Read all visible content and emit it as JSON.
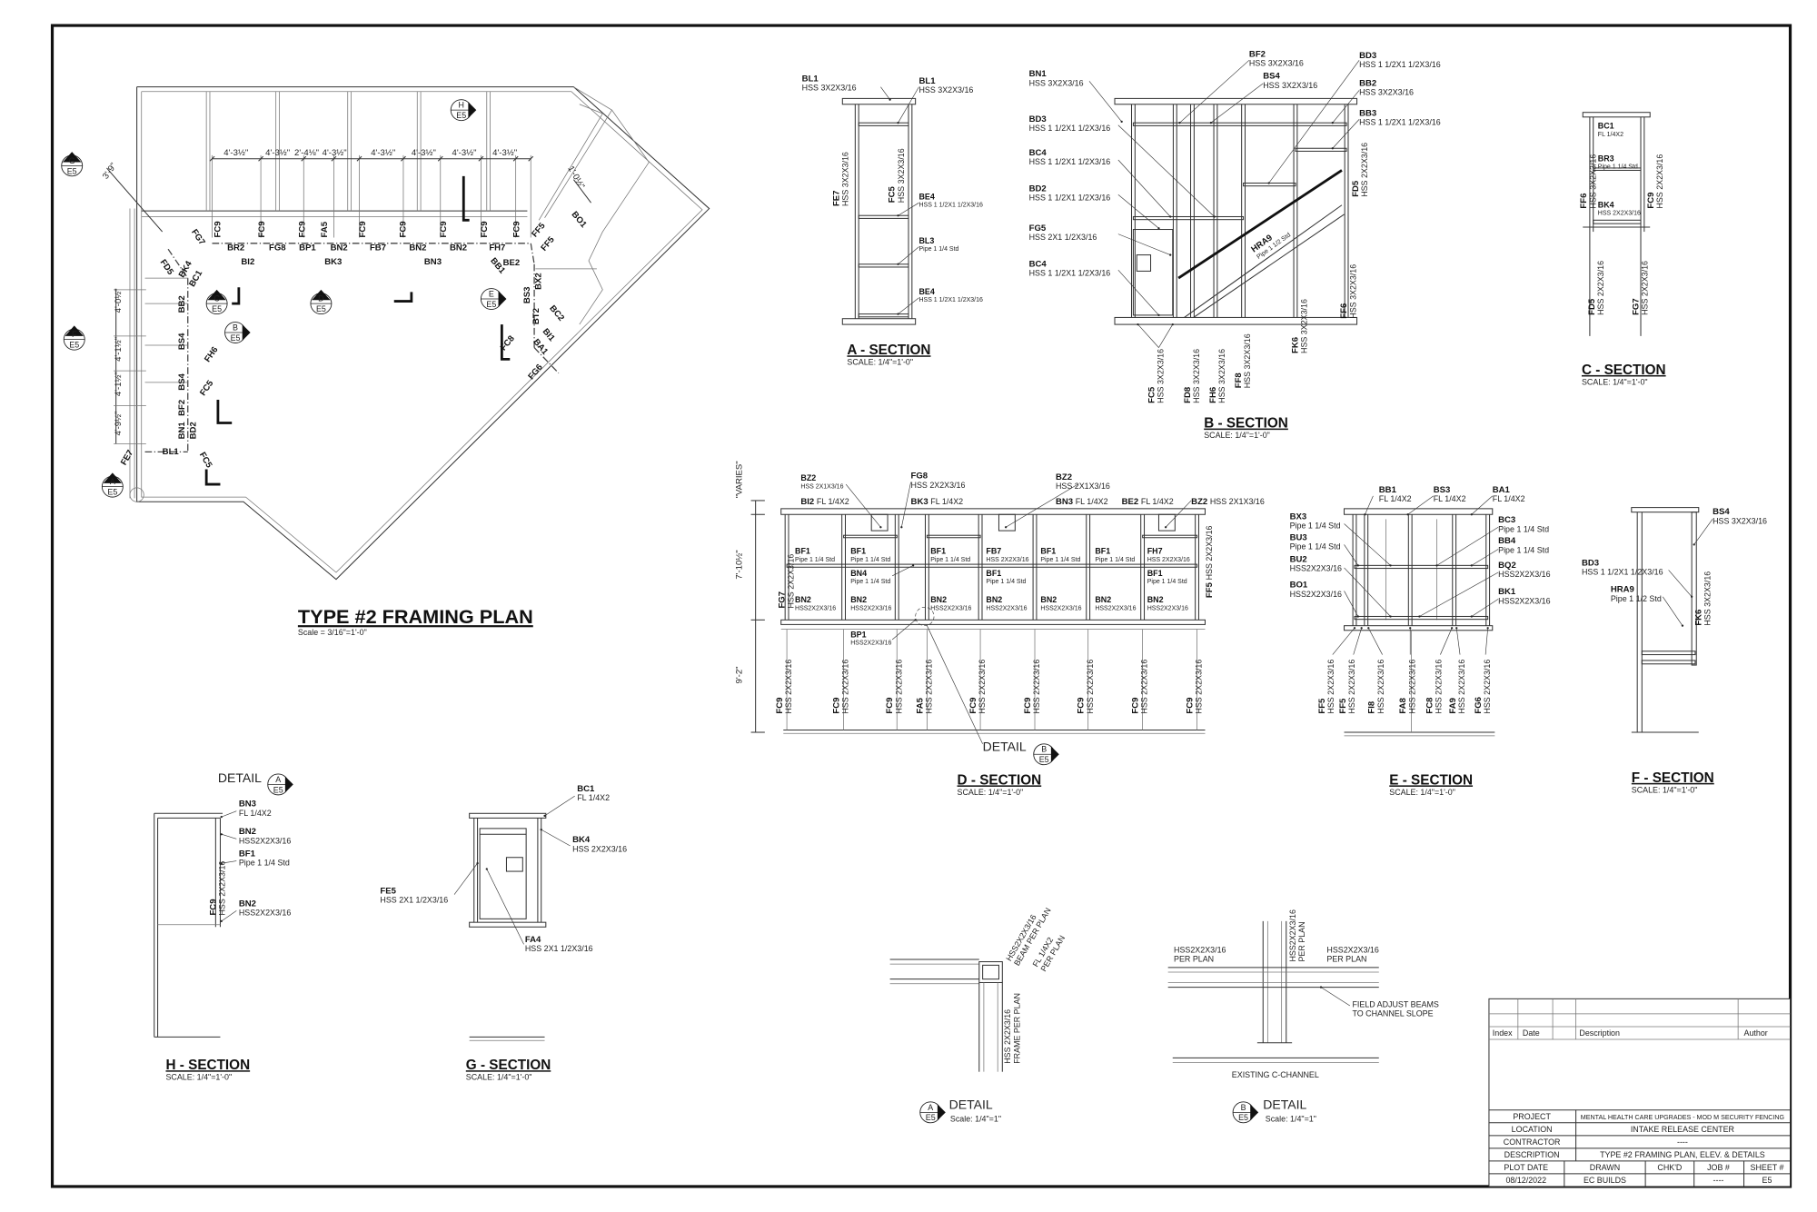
{
  "plan": {
    "title": "TYPE #2 FRAMING PLAN",
    "scale": "Scale = 3/16\"=1'-0\"",
    "dims_top": [
      "4'-3½\"",
      "4'-3½\"",
      "2'-4⅛\"",
      "4'-3½\"",
      "4'-3½\"",
      "4'-3½\"",
      "4'-3½\"",
      "4'-3½\""
    ],
    "dim_diag_left": "3'-9\"",
    "dim_diag_right": "1'-0½\"",
    "dims_left": [
      "4'-0½\"",
      "4'-1½\"",
      "4'-1½\"",
      "4'-9½\""
    ],
    "members": [
      "FC9",
      "FC9",
      "FC9",
      "FA5",
      "FC9",
      "FC9",
      "FC9",
      "FC9",
      "FC9",
      "BR2",
      "FG8",
      "BP1",
      "BN2",
      "FB7",
      "BN2",
      "BN2",
      "FH7",
      "BI2",
      "BK3",
      "BN3",
      "FG7",
      "FD5",
      "BK4",
      "BC1",
      "BB2",
      "BS4",
      "BS4",
      "BF2",
      "BN1",
      "BD2",
      "BL1",
      "FE7",
      "FC5",
      "FH6",
      "FC5",
      "FF5",
      "FF5",
      "BO1",
      "BE2",
      "BB1",
      "BX2",
      "BS3",
      "BT2",
      "BC2",
      "BI1",
      "BA1",
      "FC8",
      "FG6"
    ],
    "markers": [
      {
        "letter": "G",
        "sheet": "E5"
      },
      {
        "letter": "H",
        "sheet": "E5"
      },
      {
        "letter": "C",
        "sheet": "E5"
      },
      {
        "letter": "D",
        "sheet": "E5"
      },
      {
        "letter": "B",
        "sheet": "E5"
      },
      {
        "letter": "E",
        "sheet": "E5"
      },
      {
        "letter": "F",
        "sheet": "E5"
      },
      {
        "letter": "A",
        "sheet": "E5"
      }
    ]
  },
  "sections": {
    "a": {
      "title": "A - SECTION",
      "scale": "SCALE: 1/4\"=1'-0\"",
      "callouts": [
        {
          "mark": "BL1",
          "spec": "HSS 3X2X3/16"
        },
        {
          "mark": "BL1",
          "spec": "HSS 3X2X3/16"
        },
        {
          "mark": "FE7",
          "spec": "HSS 3X2X3/16"
        },
        {
          "mark": "FC5",
          "spec": "HSS 3X2X3/16"
        },
        {
          "mark": "BE4",
          "spec": "HSS 1 1/2X1 1/2X3/16"
        },
        {
          "mark": "BL3",
          "spec": "Pipe 1 1/4 Std"
        },
        {
          "mark": "BE4",
          "spec": "HSS 1 1/2X1 1/2X3/16"
        }
      ]
    },
    "b": {
      "title": "B - SECTION",
      "scale": "SCALE: 1/4\"=1'-0\"",
      "callouts": [
        {
          "mark": "BN1",
          "spec": "HSS 3X2X3/16"
        },
        {
          "mark": "BD3",
          "spec": "HSS 1 1/2X1 1/2X3/16"
        },
        {
          "mark": "BC4",
          "spec": "HSS 1 1/2X1 1/2X3/16"
        },
        {
          "mark": "BD2",
          "spec": "HSS 1 1/2X1 1/2X3/16"
        },
        {
          "mark": "FG5",
          "spec": "HSS 2X1 1/2X3/16"
        },
        {
          "mark": "BC4",
          "spec": "HSS 1 1/2X1 1/2X3/16"
        },
        {
          "mark": "BF2",
          "spec": "HSS 3X2X3/16"
        },
        {
          "mark": "BS4",
          "spec": "HSS 3X2X3/16"
        },
        {
          "mark": "BD3",
          "spec": "HSS 1 1/2X1 1/2X3/16"
        },
        {
          "mark": "BB2",
          "spec": "HSS 3X2X3/16"
        },
        {
          "mark": "BB3",
          "spec": "HSS 1 1/2X1 1/2X3/16"
        },
        {
          "mark": "FD5",
          "spec": "HSS 2X2X3/16"
        },
        {
          "mark": "HRA9",
          "spec": "Pipe 1 1/2 Std"
        },
        {
          "mark": "FC5",
          "spec": "HSS 3X2X3/16"
        },
        {
          "mark": "FD8",
          "spec": "HSS 3X2X3/16"
        },
        {
          "mark": "FH6",
          "spec": "HSS 3X2X3/16"
        },
        {
          "mark": "FF8",
          "spec": "HSS 3X2X3/16"
        },
        {
          "mark": "FK6",
          "spec": "HSS 3X2X3/16"
        },
        {
          "mark": "FF6",
          "spec": "HSS 3X2X3/16"
        }
      ]
    },
    "c": {
      "title": "C - SECTION",
      "scale": "SCALE: 1/4\"=1'-0\"",
      "callouts": [
        {
          "mark": "BC1",
          "spec": "FL 1/4X2"
        },
        {
          "mark": "BR3",
          "spec": "Pipe 1 1/4 Std"
        },
        {
          "mark": "BK4",
          "spec": "HSS 2X2X3/16"
        },
        {
          "mark": "FF6",
          "spec": "HSS 3X2X3/16"
        },
        {
          "mark": "FC9",
          "spec": "HSS 2X2X3/16"
        },
        {
          "mark": "FD5",
          "spec": "HSS 2X2X3/16"
        },
        {
          "mark": "FG7",
          "spec": "HSS 2X2X3/16"
        }
      ]
    },
    "d": {
      "title": "D - SECTION",
      "scale": "SCALE: 1/4\"=1'-0\"",
      "top": [
        {
          "mark": "BZ2",
          "spec": "HSS 2X1X3/16"
        },
        {
          "mark": "FG8",
          "spec": "HSS 2X2X3/16"
        },
        {
          "mark": "BZ2",
          "spec": "HSS 2X1X3/16"
        }
      ],
      "beams": [
        {
          "mark": "BI2",
          "spec": "FL 1/4X2"
        },
        {
          "mark": "BK3",
          "spec": "FL 1/4X2"
        },
        {
          "mark": "BN3",
          "spec": "FL 1/4X2"
        },
        {
          "mark": "BE2",
          "spec": "FL 1/4X2"
        },
        {
          "mark": "BZ2",
          "spec": "HSS 2X1X3/16"
        }
      ],
      "ends": [
        {
          "mark": "FG7",
          "spec": "HSS 2X2X3/16"
        },
        {
          "mark": "FF5",
          "spec": "HSS 2X2X3/16"
        }
      ],
      "row1": [
        {
          "mark": "BF1",
          "spec": "Pipe 1 1/4 Std"
        },
        {
          "mark": "BF1",
          "spec": "Pipe 1 1/4 Std"
        },
        {
          "mark": "BF1",
          "spec": "Pipe 1 1/4 Std"
        },
        {
          "mark": "FB7",
          "spec": "HSS 2X2X3/16"
        },
        {
          "mark": "BF1",
          "spec": "Pipe 1 1/4 Std"
        },
        {
          "mark": "BF1",
          "spec": "Pipe 1 1/4 Std"
        },
        {
          "mark": "FH7",
          "spec": "HSS 2X2X3/16"
        }
      ],
      "row2": [
        {
          "mark": "BN4",
          "spec": "Pipe 1 1/4 Std"
        },
        {
          "mark": "BF1",
          "spec": "Pipe 1 1/4 Std"
        },
        {
          "mark": "BF1",
          "spec": "Pipe 1 1/4 Std"
        }
      ],
      "row3": [
        {
          "mark": "BN2",
          "spec": "HSS2X2X3/16"
        },
        {
          "mark": "BN2",
          "spec": "HSS2X2X3/16"
        },
        {
          "mark": "BN2",
          "spec": "HSS2X2X3/16"
        },
        {
          "mark": "BN2",
          "spec": "HSS2X2X3/16"
        },
        {
          "mark": "BN2",
          "spec": "HSS2X2X3/16"
        },
        {
          "mark": "BN2",
          "spec": "HSS2X2X3/16"
        },
        {
          "mark": "BN2",
          "spec": "HSS2X2X3/16"
        }
      ],
      "bp": {
        "mark": "BP1",
        "spec": "HSS2X2X3/16"
      },
      "posts": [
        {
          "mark": "FC9",
          "spec": "HSS 2X2X3/16"
        },
        {
          "mark": "FC9",
          "spec": "HSS 2X2X3/16"
        },
        {
          "mark": "FC9",
          "spec": "HSS 2X2X3/16"
        },
        {
          "mark": "FA5",
          "spec": "HSS 2X2X3/16"
        },
        {
          "mark": "FC9",
          "spec": "HSS 2X2X3/16"
        },
        {
          "mark": "FC9",
          "spec": "HSS 2X2X3/16"
        },
        {
          "mark": "FC9",
          "spec": "HSS 2X2X3/16"
        },
        {
          "mark": "FC9",
          "spec": "HSS 2X2X3/16"
        },
        {
          "mark": "FC9",
          "spec": "HSS 2X2X3/16"
        }
      ],
      "dims": [
        "\"VARIES\"",
        "7'-10½\"",
        "9'-2\""
      ],
      "detail_ref": {
        "label": "DETAIL",
        "letter": "B",
        "sheet": "E5"
      }
    },
    "e": {
      "title": "E - SECTION",
      "scale": "SCALE: 1/4\"=1'-0\"",
      "callouts": [
        {
          "mark": "BB1",
          "spec": "FL 1/4X2"
        },
        {
          "mark": "BS3",
          "spec": "FL 1/4X2"
        },
        {
          "mark": "BA1",
          "spec": "FL 1/4X2"
        },
        {
          "mark": "BX3",
          "spec": "Pipe 1 1/4 Std"
        },
        {
          "mark": "BU3",
          "spec": "Pipe 1 1/4 Std"
        },
        {
          "mark": "BU2",
          "spec": "HSS2X2X3/16"
        },
        {
          "mark": "BO1",
          "spec": "HSS2X2X3/16"
        },
        {
          "mark": "BC3",
          "spec": "Pipe 1 1/4 Std"
        },
        {
          "mark": "BB4",
          "spec": "Pipe 1 1/4 Std"
        },
        {
          "mark": "BQ2",
          "spec": "HSS2X2X3/16"
        },
        {
          "mark": "BK1",
          "spec": "HSS2X2X3/16"
        }
      ],
      "posts": [
        {
          "mark": "FF5",
          "spec": "HSS 2X2X3/16"
        },
        {
          "mark": "FF5",
          "spec": "HSS 2X2X3/16"
        },
        {
          "mark": "FI8",
          "spec": "HSS 2X2X3/16"
        },
        {
          "mark": "FA8",
          "spec": "HSS 2X2X3/16"
        },
        {
          "mark": "FC8",
          "spec": "HSS 2X2X3/16"
        },
        {
          "mark": "FA9",
          "spec": "HSS 2X2X3/16"
        },
        {
          "mark": "FG6",
          "spec": "HSS 2X2X3/16"
        }
      ]
    },
    "f": {
      "title": "F - SECTION",
      "scale": "SCALE: 1/4\"=1'-0\"",
      "callouts": [
        {
          "mark": "BS4",
          "spec": "HSS 3X2X3/16"
        },
        {
          "mark": "BD3",
          "spec": "HSS 1 1/2X1 1/2X3/16"
        },
        {
          "mark": "HRA9",
          "spec": "Pipe 1 1/2 Std"
        },
        {
          "mark": "FK6",
          "spec": "HSS 3X2X3/16"
        }
      ]
    },
    "h": {
      "title": "H - SECTION",
      "scale": "SCALE: 1/4\"=1'-0\"",
      "detail_ref": {
        "label": "DETAIL",
        "letter": "A",
        "sheet": "E5"
      },
      "callouts": [
        {
          "mark": "BN3",
          "spec": "FL 1/4X2"
        },
        {
          "mark": "BN2",
          "spec": "HSS2X2X3/16"
        },
        {
          "mark": "BF1",
          "spec": "Pipe 1 1/4 Std"
        },
        {
          "mark": "BN2",
          "spec": "HSS2X2X3/16"
        },
        {
          "mark": "FC9",
          "spec": "HSS 2X2X3/16"
        }
      ]
    },
    "g": {
      "title": "G - SECTION",
      "scale": "SCALE: 1/4\"=1'-0\"",
      "callouts": [
        {
          "mark": "BC1",
          "spec": "FL 1/4X2"
        },
        {
          "mark": "BK4",
          "spec": "HSS 2X2X3/16"
        },
        {
          "mark": "FE5",
          "spec": "HSS 2X1 1/2X3/16"
        },
        {
          "mark": "FA4",
          "spec": "HSS 2X1 1/2X3/16"
        }
      ]
    }
  },
  "details": {
    "a": {
      "label": "DETAIL",
      "letter": "A",
      "sheet": "E5",
      "scale": "Scale: 1/4\"=1\"",
      "notes": [
        "HSS2X2X3/16",
        "BEAM PER PLAN",
        "FL 1/4X2",
        "PER PLAN",
        "HSS 2X2X3/16",
        "FRAME PER PLAN"
      ]
    },
    "b": {
      "label": "DETAIL",
      "letter": "B",
      "sheet": "E5",
      "scale": "Scale: 1/4\"=1\"",
      "notes": [
        "HSS2X2X3/16",
        "PER PLAN",
        "HSS2X2X3/16",
        "PER PLAN",
        "HSS2X2X3/16",
        "PER PLAN",
        "FIELD ADJUST BEAMS",
        "TO CHANNEL SLOPE",
        "EXISTING C-CHANNEL"
      ]
    }
  },
  "title_block": {
    "revision_headers": [
      "Index",
      "Date",
      "Description",
      "Author"
    ],
    "rows": [
      {
        "label": "PROJECT",
        "value": "MENTAL HEALTH CARE UPGRADES - MOD M SECURITY FENCING"
      },
      {
        "label": "LOCATION",
        "value": "INTAKE RELEASE CENTER"
      },
      {
        "label": "CONTRACTOR",
        "value": "----"
      },
      {
        "label": "DESCRIPTION",
        "value": "TYPE #2 FRAMING PLAN, ELEV. & DETAILS"
      }
    ],
    "footer_headers": [
      "PLOT DATE",
      "DRAWN",
      "CHK'D",
      "JOB #",
      "SHEET #"
    ],
    "footer_values": [
      "08/12/2022",
      "EC BUILDS",
      "",
      "----",
      "E5"
    ]
  }
}
